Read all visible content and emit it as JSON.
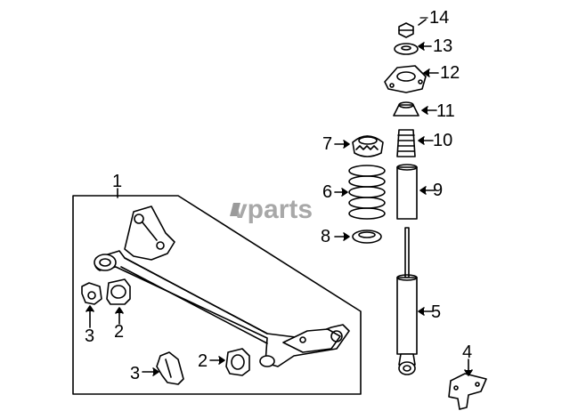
{
  "watermark": "vparts",
  "callouts": {
    "c1": "1",
    "c2a": "2",
    "c2b": "2",
    "c3a": "3",
    "c3b": "3",
    "c4": "4",
    "c5": "5",
    "c6": "6",
    "c7": "7",
    "c8": "8",
    "c9": "9",
    "c10": "10",
    "c11": "11",
    "c12": "12",
    "c13": "13",
    "c14": "14"
  }
}
